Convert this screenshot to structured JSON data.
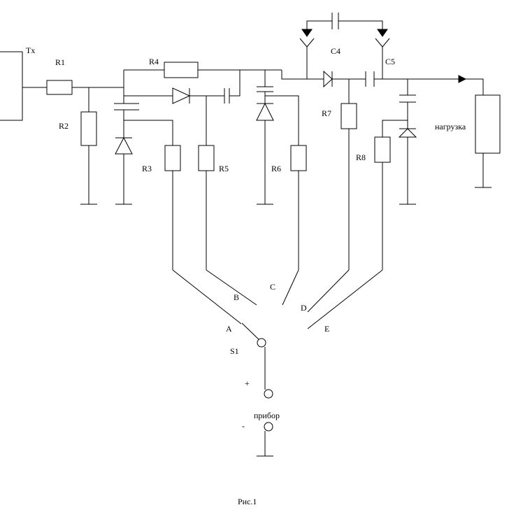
{
  "labels": {
    "tx": "Tx",
    "r1": "R1",
    "r2": "R2",
    "r3": "R3",
    "r4": "R4",
    "r5": "R5",
    "r6": "R6",
    "r7": "R7",
    "r8": "R8",
    "c4": "C4",
    "c5": "C5",
    "load": "нагрузка",
    "pos_a": "A",
    "pos_b": "B",
    "pos_c": "C",
    "pos_d": "D",
    "pos_e": "E",
    "switch": "S1",
    "plus": "+",
    "minus": "-",
    "meter": "прибор",
    "caption": "Рис.1"
  }
}
